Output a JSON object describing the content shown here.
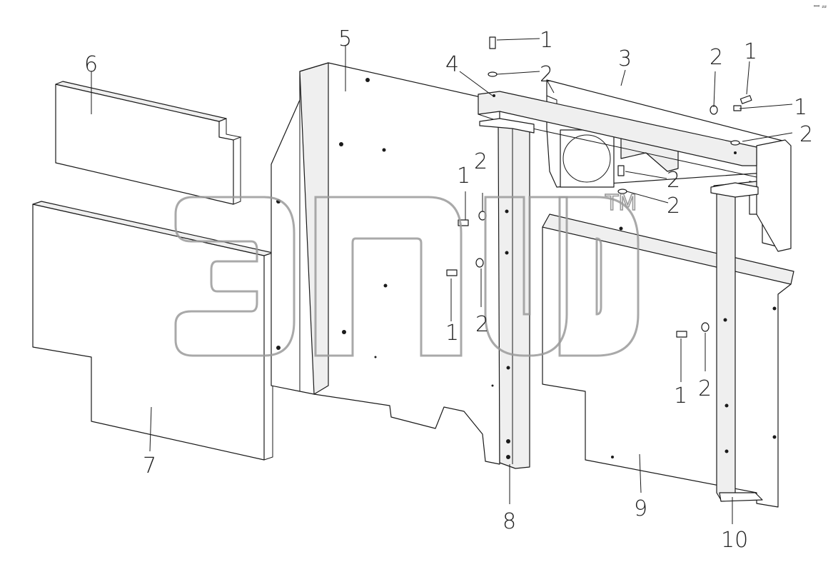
{
  "callouts": {
    "part_1": "1",
    "part_2": "2",
    "part_3": "3",
    "part_4": "4",
    "part_5": "5",
    "part_6": "6",
    "part_7": "7",
    "part_8": "8",
    "part_9": "9",
    "part_10": "10"
  },
  "watermark": {
    "tm": "TM"
  },
  "corner_mark": "ꟷ ⸗⸗"
}
